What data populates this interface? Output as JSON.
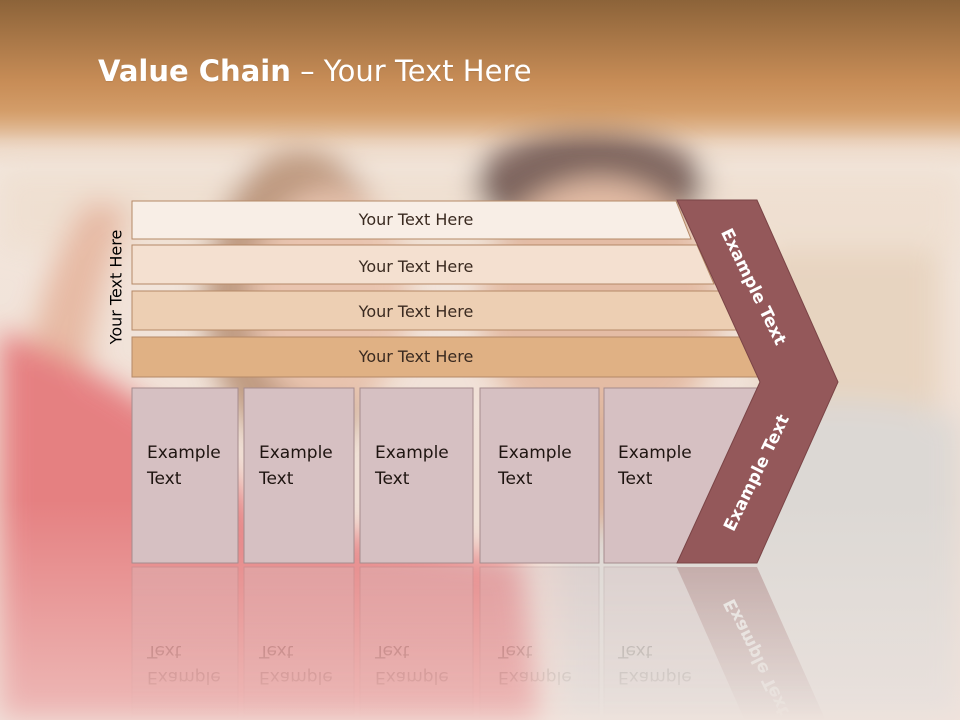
{
  "slide": {
    "title_bold": "Value Chain",
    "title_rest": " – Your Text Here",
    "side_label": "Your Text Here"
  },
  "bars": [
    {
      "label": "Your Text Here",
      "fill": "#f8eee6"
    },
    {
      "label": "Your Text Here",
      "fill": "#f4e0d0"
    },
    {
      "label": "Your Text Here",
      "fill": "#edcfb3"
    },
    {
      "label": "Your Text Here",
      "fill": "#e0b184"
    }
  ],
  "boxes": [
    {
      "line1": "Example",
      "line2": "Text"
    },
    {
      "line1": "Example",
      "line2": "Text"
    },
    {
      "line1": "Example",
      "line2": "Text"
    },
    {
      "line1": "Example",
      "line2": "Text"
    },
    {
      "line1": "Example",
      "line2": "Text"
    }
  ],
  "chevron": {
    "upper_label": "Example Text",
    "lower_label": "Example Text",
    "fill": "#94585a"
  },
  "colors": {
    "header_brown": "#8c6339",
    "bar_border": "#b58967",
    "box_fill": "#d6c0c2",
    "box_border": "#a58c8e"
  },
  "decor": {
    "background_photo": "blurred-couple-photo",
    "reflection": "mirrored-lower-boxes"
  }
}
